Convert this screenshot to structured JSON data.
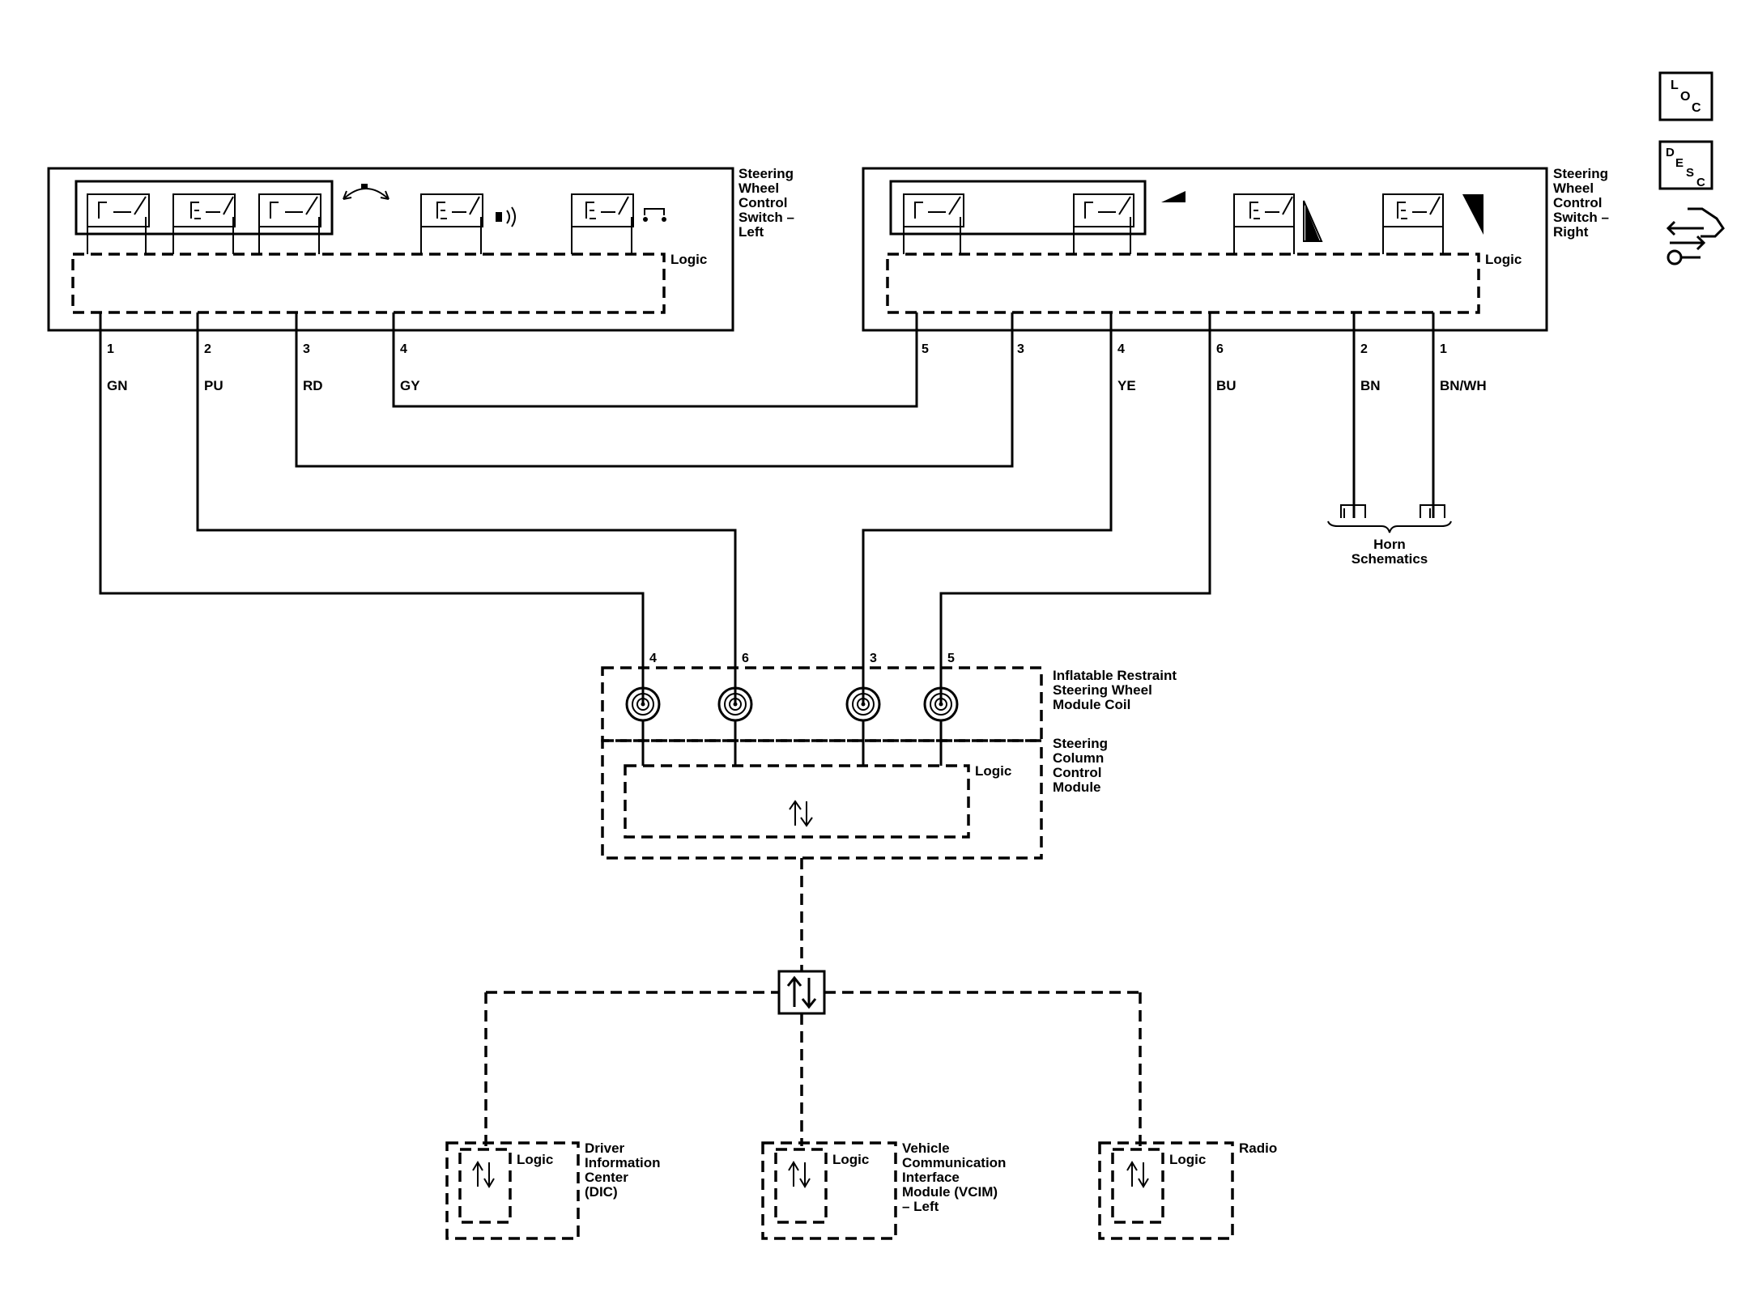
{
  "side_icons": {
    "loc": [
      "L",
      "O",
      "C"
    ],
    "desc": [
      "D",
      "E",
      "S",
      "C"
    ]
  },
  "modules": {
    "swc_left": {
      "lines": [
        "Steering",
        "Wheel",
        "Control",
        "Switch –",
        "Left"
      ],
      "logic": "Logic"
    },
    "swc_right": {
      "lines": [
        "Steering",
        "Wheel",
        "Control",
        "Switch –",
        "Right"
      ],
      "logic": "Logic"
    },
    "coil": {
      "lines": [
        "Inflatable Restraint",
        "Steering Wheel",
        "Module Coil"
      ]
    },
    "sccm": {
      "lines": [
        "Steering",
        "Column",
        "Control",
        "Module"
      ],
      "logic": "Logic"
    },
    "dic": {
      "lines": [
        "Driver",
        "Information",
        "Center",
        "(DIC)"
      ],
      "logic": "Logic"
    },
    "vcim": {
      "lines": [
        "Vehicle",
        "Communication",
        "Interface",
        "Module (VCIM)",
        "– Left"
      ],
      "logic": "Logic"
    },
    "radio": {
      "lines": [
        "Radio"
      ],
      "logic": "Logic"
    },
    "horn": {
      "lines": [
        "Horn",
        "Schematics"
      ]
    }
  },
  "wires": {
    "left": [
      {
        "pin": "1",
        "color": "GN"
      },
      {
        "pin": "2",
        "color": "PU"
      },
      {
        "pin": "3",
        "color": "RD"
      },
      {
        "pin": "4",
        "color": "GY"
      }
    ],
    "right": [
      {
        "pin": "5",
        "color": ""
      },
      {
        "pin": "3",
        "color": ""
      },
      {
        "pin": "4",
        "color": "YE"
      },
      {
        "pin": "6",
        "color": "BU"
      },
      {
        "pin": "2",
        "color": "BN"
      },
      {
        "pin": "1",
        "color": "BN/WH"
      }
    ],
    "coil_pins": [
      "4",
      "6",
      "3",
      "5"
    ]
  }
}
